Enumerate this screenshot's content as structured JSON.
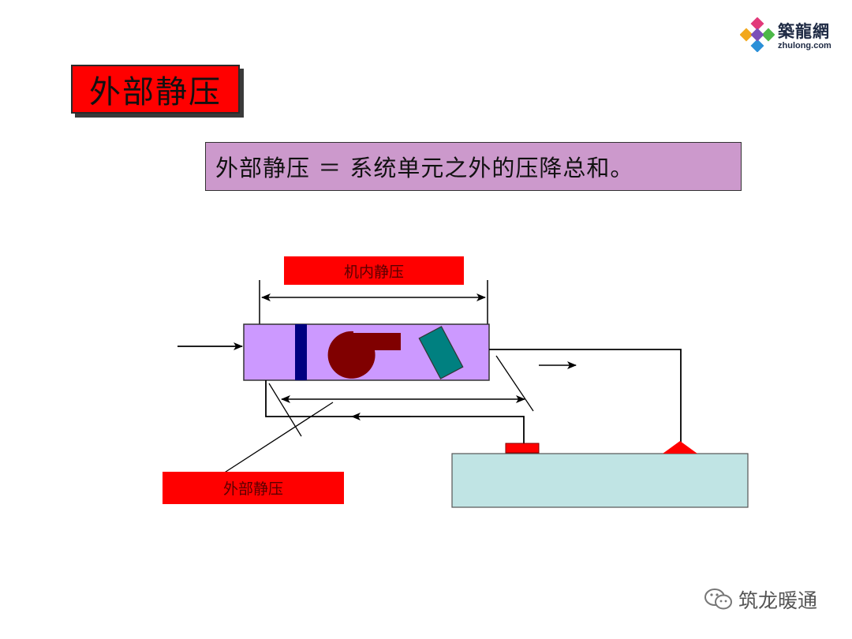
{
  "logo": {
    "brand_cn": "築龍網",
    "brand_en": "zhulong.com"
  },
  "title": "外部静压",
  "definition": "外部静压 ＝ 系统单元之外的压降总和。",
  "diagram": {
    "internal_pressure_label": "机内静压",
    "external_pressure_label": "外部静压"
  },
  "footer": {
    "text": "筑龙暖通"
  },
  "colors": {
    "red": "#ff0000",
    "purple_box": "#cc99ff",
    "definition_bg": "#cc99cc",
    "filter_bar": "#000080",
    "fan": "#800000",
    "coil": "#008080",
    "room": "#c0e4e4"
  }
}
